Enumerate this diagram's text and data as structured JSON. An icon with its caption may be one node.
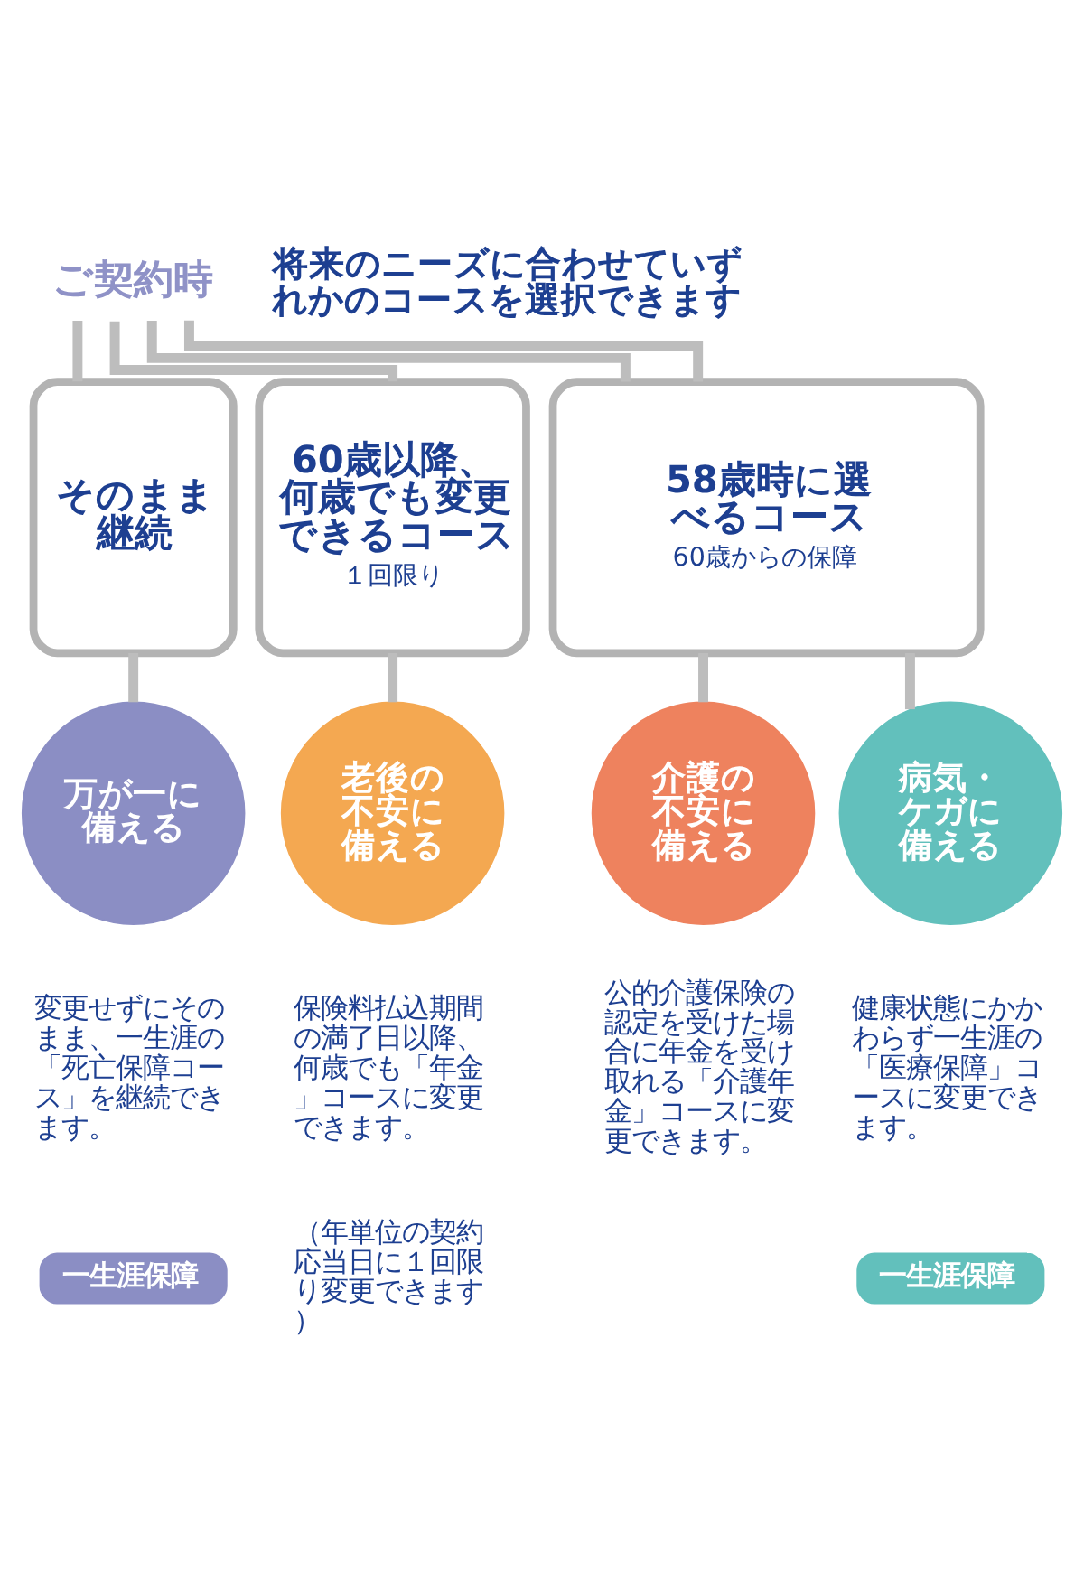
{
  "diagram": {
    "nodes": [
      {
        "text": [
          "ご契約時"
        ]
      },
      {
        "text": [
          "そのまま継続"
        ]
      },
      {
        "text": [
          "60歳以降、何歳でも変更できるコース",
          "１回限り"
        ]
      },
      {
        "text": [
          "58歳時に選べるコース",
          "60歳からの保障"
        ]
      },
      {
        "text": [
          "万が一に備える"
        ],
        "beside": [
          "変更せずにそのまま、一生涯の「死亡保障コース」を継続できます。"
        ]
      },
      {
        "text": [
          "老後の不安に備える"
        ],
        "beside": [
          "保険料払込期間の満了日以降、何歳でも「年金」コースに変更できます。",
          "（年単位の契約応当日に１回限り変更できます）"
        ]
      },
      {
        "text": [
          "介護の不安に備える"
        ],
        "beside": [
          "公的介護保険の認定を受けた場合に年金を受け取れる「介護年金」コースに変更できます。"
        ]
      },
      {
        "text": [
          "病気・ケガに備える"
        ],
        "beside": [
          "健康状態にかかわらず一生涯の「医療保障」コースに変更できます。"
        ]
      },
      {
        "text": [
          "一生涯保障"
        ]
      },
      {
        "text": [
          "一生涯保障"
        ]
      }
    ],
    "edges": [
      {
        "from": 0,
        "to": 1,
        "arrow": "none"
      },
      {
        "from": 0,
        "to": 2,
        "arrow": "none"
      },
      {
        "from": 0,
        "to": 3,
        "arrow": "none"
      },
      {
        "from": 0,
        "to": 3,
        "arrow": "none"
      },
      {
        "from": 1,
        "to": 4,
        "arrow": "none"
      },
      {
        "from": 2,
        "to": 5,
        "arrow": "none"
      },
      {
        "from": 3,
        "to": 6,
        "arrow": "none"
      },
      {
        "from": 3,
        "to": 7,
        "arrow": "none"
      }
    ],
    "labels": [
      "将来のニーズに合わせていずれかのコースを選択できます"
    ]
  }
}
